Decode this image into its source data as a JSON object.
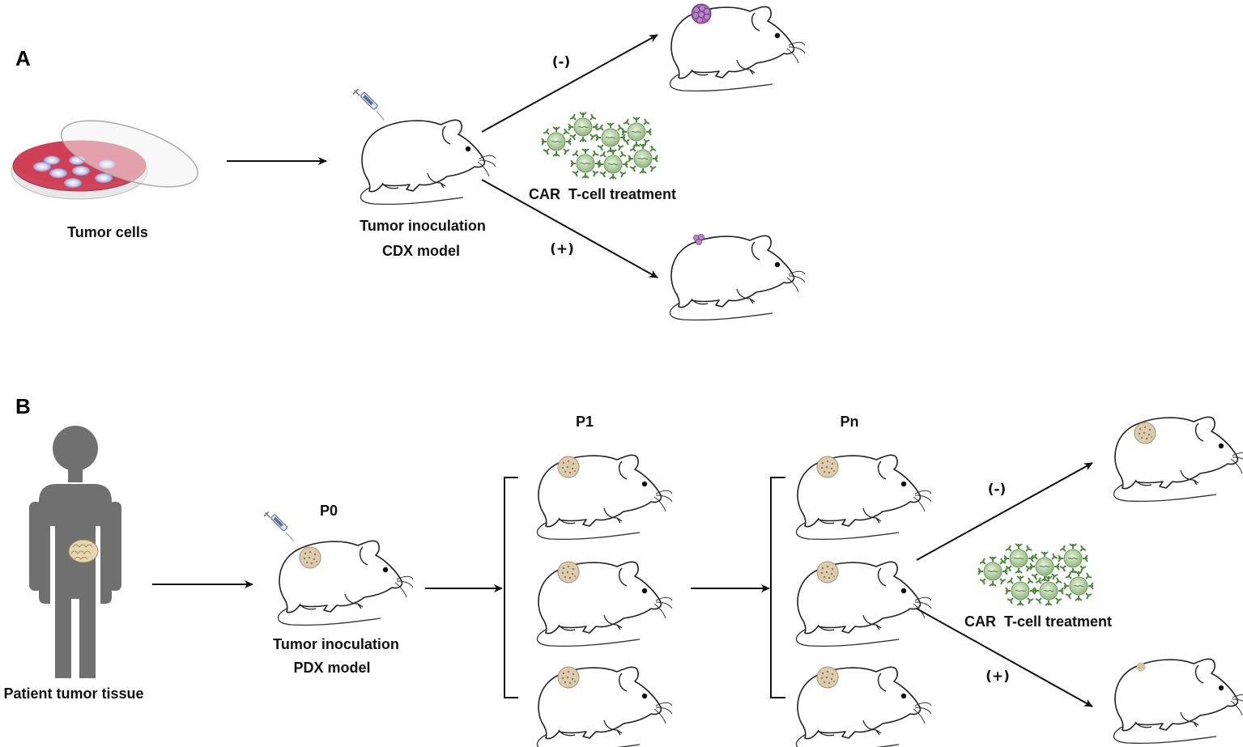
{
  "panels": {
    "a": "A",
    "b": "B"
  },
  "panel_a": {
    "tumor_cells": "Tumor cells",
    "inoculation": "Tumor inoculation",
    "model": "CDX model",
    "untreated": "(-)",
    "treated": "(+)",
    "treatment": "CAR  T-cell treatment"
  },
  "panel_b": {
    "patient": "Patient tumor tissue",
    "p0": "P0",
    "p1": "P1",
    "pn": "Pn",
    "inoculation": "Tumor inoculation",
    "model": "PDX model",
    "untreated": "(-)",
    "treated": "(+)",
    "treatment": "CAR  T-cell treatment"
  },
  "colors": {
    "dish_red": "#d0455a",
    "tumor_cdx": "#a068b4",
    "tumor_pdx": "#d9c9a8",
    "tcell": "#9cc48a",
    "human": "#707070"
  }
}
